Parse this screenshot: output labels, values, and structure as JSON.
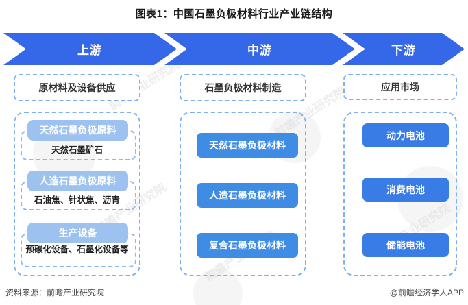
{
  "title": "图表1：中国石墨负极材料行业产业链结构",
  "flow": {
    "upstream": "上游",
    "midstream": "中游",
    "downstream": "下游"
  },
  "upstream": {
    "header": "原材料及设备供应",
    "groups": [
      {
        "title": "天然石墨负极原料",
        "detail": "天然石墨矿石"
      },
      {
        "title": "人造石墨负极原料",
        "detail": "石油焦、针状焦、沥青"
      },
      {
        "title": "生产设备",
        "detail": "预碳化设备、石墨化设备等"
      }
    ]
  },
  "midstream": {
    "header": "石墨负极材料制造",
    "items": [
      "天然石墨负极材料",
      "人造石墨负极材料",
      "复合石墨负极材料"
    ]
  },
  "downstream": {
    "header": "应用市场",
    "items": [
      "动力电池",
      "消费电池",
      "储能电池"
    ]
  },
  "footer": {
    "source": "资料来源：前瞻产业研究院",
    "credit": "@前瞻经济学人APP"
  },
  "watermark": {
    "text": "前瞻产业研究院"
  },
  "colors": {
    "arrow_blue": "#3468e8",
    "pill_blue": "#9dc2ef",
    "mid_button_blue": "#3e8ce4",
    "right_button_blue": "#3a7ce6",
    "dashed_border": "#7fb0f0",
    "title_text": "#1a1a1a",
    "footer_text": "#4a4a4a"
  }
}
